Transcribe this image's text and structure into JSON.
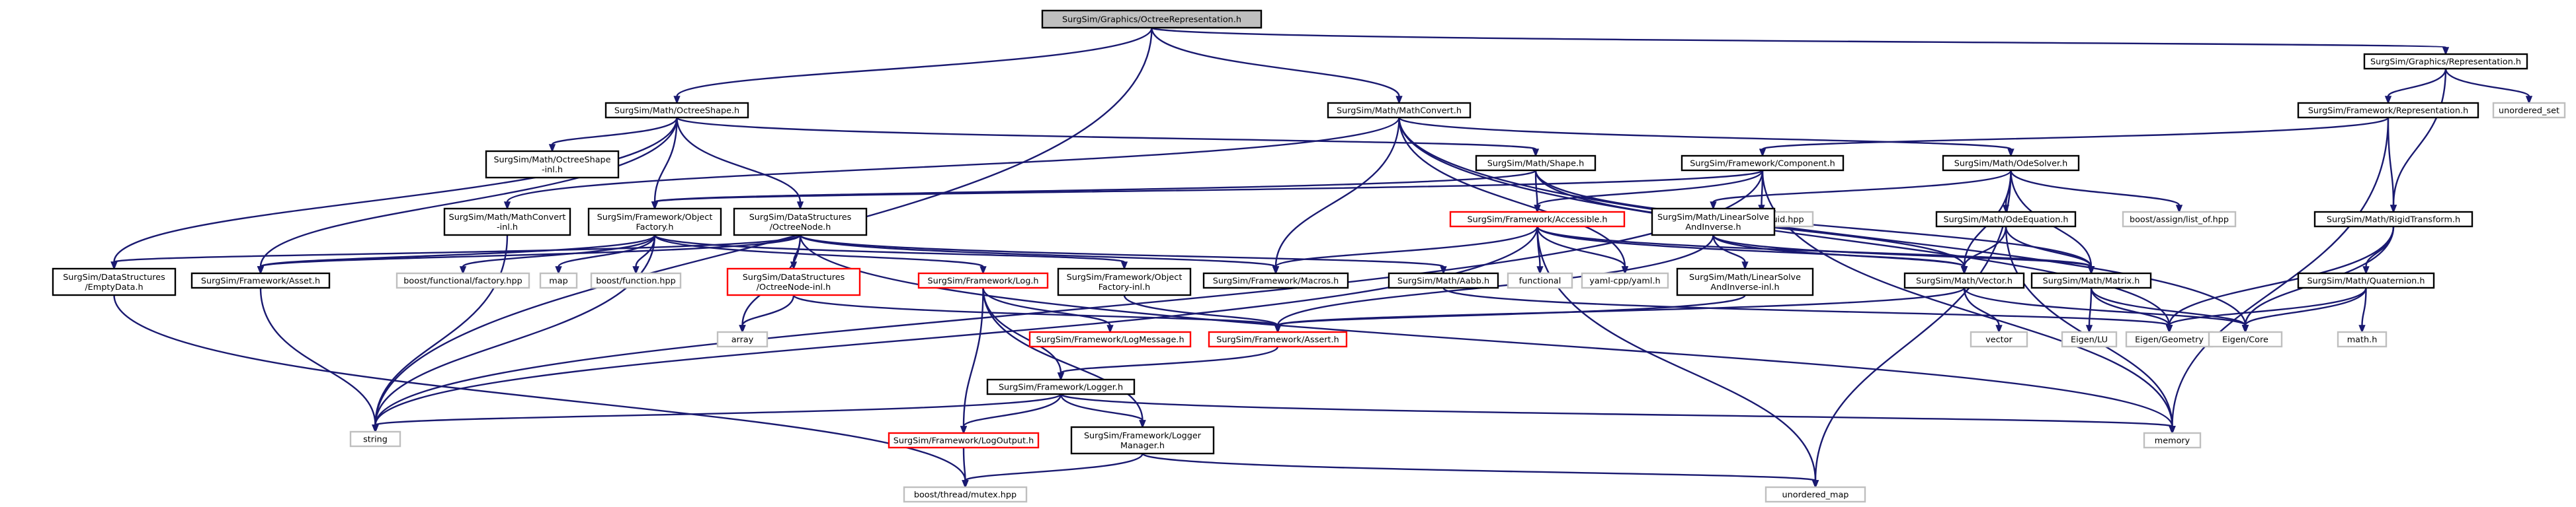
{
  "graph": {
    "nodes": [
      {
        "id": "root",
        "lines": [
          "SurgSim/Graphics/OctreeRepresentation.h"
        ],
        "style": "root"
      },
      {
        "id": "octshape",
        "lines": [
          "SurgSim/Math/OctreeShape.h"
        ],
        "style": "doc"
      },
      {
        "id": "mathconvert",
        "lines": [
          "SurgSim/Math/MathConvert.h"
        ],
        "style": "doc"
      },
      {
        "id": "grepr",
        "lines": [
          "SurgSim/Graphics/Representation.h"
        ],
        "style": "doc"
      },
      {
        "id": "frepr",
        "lines": [
          "SurgSim/Framework/Representation.h"
        ],
        "style": "doc"
      },
      {
        "id": "unordered_set",
        "lines": [
          "unordered_set"
        ],
        "style": "ext"
      },
      {
        "id": "octshapeinl",
        "lines": [
          "SurgSim/Math/OctreeShape",
          "-inl.h"
        ],
        "style": "doc"
      },
      {
        "id": "shape",
        "lines": [
          "SurgSim/Math/Shape.h"
        ],
        "style": "doc"
      },
      {
        "id": "component",
        "lines": [
          "SurgSim/Framework/Component.h"
        ],
        "style": "doc"
      },
      {
        "id": "odesolver",
        "lines": [
          "SurgSim/Math/OdeSolver.h"
        ],
        "style": "doc"
      },
      {
        "id": "mathconvertinl",
        "lines": [
          "SurgSim/Math/MathConvert",
          "-inl.h"
        ],
        "style": "doc"
      },
      {
        "id": "objfactory",
        "lines": [
          "SurgSim/Framework/Object",
          "Factory.h"
        ],
        "style": "doc"
      },
      {
        "id": "octnode",
        "lines": [
          "SurgSim/DataStructures",
          "/OctreeNode.h"
        ],
        "style": "doc"
      },
      {
        "id": "accessible",
        "lines": [
          "SurgSim/Framework/Accessible.h"
        ],
        "style": "trunc"
      },
      {
        "id": "boostuuid",
        "lines": [
          "boost/uuid/uuid.hpp"
        ],
        "style": "ext"
      },
      {
        "id": "linsolve",
        "lines": [
          "SurgSim/Math/LinearSolve",
          "AndInverse.h"
        ],
        "style": "doc"
      },
      {
        "id": "odeeq",
        "lines": [
          "SurgSim/Math/OdeEquation.h"
        ],
        "style": "doc"
      },
      {
        "id": "boostassign",
        "lines": [
          "boost/assign/list_of.hpp"
        ],
        "style": "ext"
      },
      {
        "id": "rigidtrans",
        "lines": [
          "SurgSim/Math/RigidTransform.h"
        ],
        "style": "doc"
      },
      {
        "id": "emptydata",
        "lines": [
          "SurgSim/DataStructures",
          "/EmptyData.h"
        ],
        "style": "doc"
      },
      {
        "id": "asseth",
        "lines": [
          "SurgSim/Framework/Asset.h"
        ],
        "style": "doc"
      },
      {
        "id": "bfactory",
        "lines": [
          "boost/functional/factory.hpp"
        ],
        "style": "ext"
      },
      {
        "id": "map",
        "lines": [
          "map"
        ],
        "style": "ext"
      },
      {
        "id": "bfunction",
        "lines": [
          "boost/function.hpp"
        ],
        "style": "ext"
      },
      {
        "id": "octnodeinl",
        "lines": [
          "SurgSim/DataStructures",
          "/OctreeNode-inl.h"
        ],
        "style": "trunc"
      },
      {
        "id": "log",
        "lines": [
          "SurgSim/Framework/Log.h"
        ],
        "style": "trunc"
      },
      {
        "id": "objfactoryinl",
        "lines": [
          "SurgSim/Framework/Object",
          "Factory-inl.h"
        ],
        "style": "doc"
      },
      {
        "id": "macros",
        "lines": [
          "SurgSim/Framework/Macros.h"
        ],
        "style": "doc"
      },
      {
        "id": "aabb",
        "lines": [
          "SurgSim/Math/Aabb.h"
        ],
        "style": "doc"
      },
      {
        "id": "functional",
        "lines": [
          "functional"
        ],
        "style": "ext"
      },
      {
        "id": "yaml",
        "lines": [
          "yaml-cpp/yaml.h"
        ],
        "style": "ext"
      },
      {
        "id": "linsolveinl",
        "lines": [
          "SurgSim/Math/LinearSolve",
          "AndInverse-inl.h"
        ],
        "style": "doc"
      },
      {
        "id": "vector_h",
        "lines": [
          "SurgSim/Math/Vector.h"
        ],
        "style": "doc"
      },
      {
        "id": "matrix",
        "lines": [
          "SurgSim/Math/Matrix.h"
        ],
        "style": "doc"
      },
      {
        "id": "quat",
        "lines": [
          "SurgSim/Math/Quaternion.h"
        ],
        "style": "doc"
      },
      {
        "id": "array",
        "lines": [
          "array"
        ],
        "style": "ext"
      },
      {
        "id": "logmsg",
        "lines": [
          "SurgSim/Framework/LogMessage.h"
        ],
        "style": "trunc"
      },
      {
        "id": "assertr",
        "lines": [
          "SurgSim/Framework/Assert.h"
        ],
        "style": "trunc"
      },
      {
        "id": "vector",
        "lines": [
          "vector"
        ],
        "style": "ext"
      },
      {
        "id": "eigenlu",
        "lines": [
          "Eigen/LU"
        ],
        "style": "ext"
      },
      {
        "id": "eigengeo",
        "lines": [
          "Eigen/Geometry"
        ],
        "style": "ext"
      },
      {
        "id": "eigencore",
        "lines": [
          "Eigen/Core"
        ],
        "style": "ext"
      },
      {
        "id": "mathh",
        "lines": [
          "math.h"
        ],
        "style": "ext"
      },
      {
        "id": "logger",
        "lines": [
          "SurgSim/Framework/Logger.h"
        ],
        "style": "doc"
      },
      {
        "id": "string",
        "lines": [
          "string"
        ],
        "style": "ext"
      },
      {
        "id": "logout",
        "lines": [
          "SurgSim/Framework/LogOutput.h"
        ],
        "style": "trunc"
      },
      {
        "id": "loggermgr",
        "lines": [
          "SurgSim/Framework/Logger",
          "Manager.h"
        ],
        "style": "doc"
      },
      {
        "id": "memory",
        "lines": [
          "memory"
        ],
        "style": "ext"
      },
      {
        "id": "mutex",
        "lines": [
          "boost/thread/mutex.hpp"
        ],
        "style": "ext"
      },
      {
        "id": "unordered_map",
        "lines": [
          "unordered_map"
        ],
        "style": "ext"
      }
    ],
    "edges": [
      [
        "root",
        "octshape"
      ],
      [
        "root",
        "mathconvert"
      ],
      [
        "root",
        "grepr"
      ],
      [
        "root",
        "string"
      ],
      [
        "grepr",
        "frepr"
      ],
      [
        "grepr",
        "unordered_set"
      ],
      [
        "grepr",
        "rigidtrans"
      ],
      [
        "octshape",
        "octshapeinl"
      ],
      [
        "octshape",
        "shape"
      ],
      [
        "octshape",
        "objfactory"
      ],
      [
        "octshape",
        "octnode"
      ],
      [
        "octshape",
        "emptydata"
      ],
      [
        "octshape",
        "asseth"
      ],
      [
        "mathconvert",
        "mathconvertinl"
      ],
      [
        "mathconvert",
        "odesolver"
      ],
      [
        "mathconvert",
        "macros"
      ],
      [
        "mathconvert",
        "yaml"
      ],
      [
        "mathconvert",
        "eigencore"
      ],
      [
        "mathconvert",
        "eigengeo"
      ],
      [
        "frepr",
        "component"
      ],
      [
        "frepr",
        "rigidtrans"
      ],
      [
        "frepr",
        "memory"
      ],
      [
        "shape",
        "objfactory"
      ],
      [
        "shape",
        "accessible"
      ],
      [
        "shape",
        "matrix"
      ],
      [
        "shape",
        "vector_h"
      ],
      [
        "component",
        "objfactory"
      ],
      [
        "component",
        "accessible"
      ],
      [
        "component",
        "boostuuid"
      ],
      [
        "component",
        "string"
      ],
      [
        "component",
        "memory"
      ],
      [
        "odesolver",
        "linsolve"
      ],
      [
        "odesolver",
        "odeeq"
      ],
      [
        "odesolver",
        "boostassign"
      ],
      [
        "odesolver",
        "matrix"
      ],
      [
        "odesolver",
        "vector_h"
      ],
      [
        "odesolver",
        "unordered_map"
      ],
      [
        "mathconvertinl",
        "string"
      ],
      [
        "objfactory",
        "bfactory"
      ],
      [
        "objfactory",
        "map"
      ],
      [
        "objfactory",
        "bfunction"
      ],
      [
        "objfactory",
        "log"
      ],
      [
        "objfactory",
        "objfactoryinl"
      ],
      [
        "objfactory",
        "string"
      ],
      [
        "objfactory",
        "asseth"
      ],
      [
        "octnode",
        "octnodeinl"
      ],
      [
        "octnode",
        "aabb"
      ],
      [
        "octnode",
        "array"
      ],
      [
        "octnode",
        "macros"
      ],
      [
        "octnode",
        "emptydata"
      ],
      [
        "octnode",
        "memory"
      ],
      [
        "octnode",
        "asseth"
      ],
      [
        "accessible",
        "functional"
      ],
      [
        "accessible",
        "yaml"
      ],
      [
        "accessible",
        "string"
      ],
      [
        "accessible",
        "vector_h"
      ],
      [
        "accessible",
        "matrix"
      ],
      [
        "accessible",
        "macros"
      ],
      [
        "accessible",
        "unordered_map"
      ],
      [
        "linsolve",
        "linsolveinl"
      ],
      [
        "linsolve",
        "matrix"
      ],
      [
        "linsolve",
        "vector_h"
      ],
      [
        "linsolve",
        "assertr"
      ],
      [
        "odeeq",
        "matrix"
      ],
      [
        "odeeq",
        "vector_h"
      ],
      [
        "odeeq",
        "memory"
      ],
      [
        "rigidtrans",
        "quat"
      ],
      [
        "rigidtrans",
        "eigengeo"
      ],
      [
        "rigidtrans",
        "eigencore"
      ],
      [
        "asseth",
        "string"
      ],
      [
        "octnodeinl",
        "array"
      ],
      [
        "octnodeinl",
        "assertr"
      ],
      [
        "log",
        "logmsg"
      ],
      [
        "log",
        "logger"
      ],
      [
        "log",
        "logout"
      ],
      [
        "log",
        "loggermgr"
      ],
      [
        "objfactoryinl",
        "assertr"
      ],
      [
        "aabb",
        "eigengeo"
      ],
      [
        "linsolveinl",
        "assertr"
      ],
      [
        "vector_h",
        "vector"
      ],
      [
        "vector_h",
        "eigencore"
      ],
      [
        "vector_h",
        "assertr"
      ],
      [
        "matrix",
        "eigenlu"
      ],
      [
        "matrix",
        "eigengeo"
      ],
      [
        "matrix",
        "eigencore"
      ],
      [
        "quat",
        "eigengeo"
      ],
      [
        "quat",
        "eigencore"
      ],
      [
        "quat",
        "mathh"
      ],
      [
        "assertr",
        "logger"
      ],
      [
        "logger",
        "string"
      ],
      [
        "logger",
        "logout"
      ],
      [
        "logger",
        "loggermgr"
      ],
      [
        "logger",
        "memory"
      ],
      [
        "logout",
        "mutex"
      ],
      [
        "loggermgr",
        "mutex"
      ],
      [
        "loggermgr",
        "unordered_map"
      ],
      [
        "emptydata",
        "mutex"
      ]
    ]
  }
}
